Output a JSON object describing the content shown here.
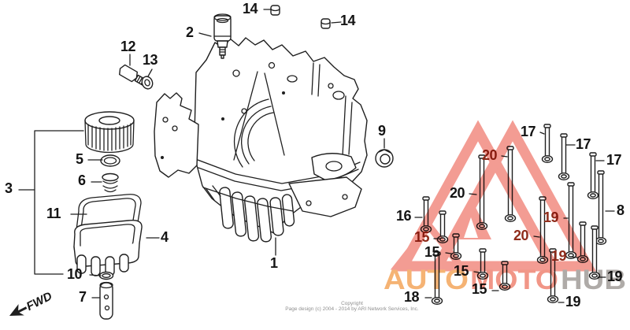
{
  "watermark": {
    "auto": "AUTO",
    "moto": "MOTO",
    "hub": "HUB"
  },
  "orientation": {
    "fwd_label": "FWD"
  },
  "footer": {
    "line1": "Copyright",
    "line2": "Page design (c) 2004 - 2014 by ARI Network Services, Inc."
  },
  "colors": {
    "background": "#ffffff",
    "diagram_line": "#1f1f1f",
    "label": "#141414",
    "label_tinted": "#8f2b1a",
    "watermark_triangle": "#f2948a",
    "wordmark_auto": "#f5ad68",
    "wordmark_moto": "#f08d7d",
    "wordmark_hub": "#a8a4a1",
    "footer_text": "#8f8f8f"
  },
  "callouts": [
    {
      "id": "14-top-left",
      "n": "14"
    },
    {
      "id": "14-top-right",
      "n": "14"
    },
    {
      "id": "2",
      "n": "2"
    },
    {
      "id": "12",
      "n": "12"
    },
    {
      "id": "13",
      "n": "13"
    },
    {
      "id": "5",
      "n": "5"
    },
    {
      "id": "6",
      "n": "6"
    },
    {
      "id": "3",
      "n": "3"
    },
    {
      "id": "11",
      "n": "11"
    },
    {
      "id": "4",
      "n": "4"
    },
    {
      "id": "10",
      "n": "10"
    },
    {
      "id": "7",
      "n": "7"
    },
    {
      "id": "1",
      "n": "1"
    },
    {
      "id": "9",
      "n": "9"
    },
    {
      "id": "16",
      "n": "16"
    },
    {
      "id": "17-a",
      "n": "17"
    },
    {
      "id": "17-b",
      "n": "17"
    },
    {
      "id": "17-c",
      "n": "17"
    },
    {
      "id": "8",
      "n": "8"
    },
    {
      "id": "20-a",
      "n": "20"
    },
    {
      "id": "20-b",
      "n": "20"
    },
    {
      "id": "20-c",
      "n": "20"
    },
    {
      "id": "19-a",
      "n": "19"
    },
    {
      "id": "19-b",
      "n": "19"
    },
    {
      "id": "19-c",
      "n": "19"
    },
    {
      "id": "19-d",
      "n": "19"
    },
    {
      "id": "15-a",
      "n": "15"
    },
    {
      "id": "15-b",
      "n": "15"
    },
    {
      "id": "15-c",
      "n": "15"
    },
    {
      "id": "15-d",
      "n": "15"
    },
    {
      "id": "18",
      "n": "18"
    }
  ]
}
